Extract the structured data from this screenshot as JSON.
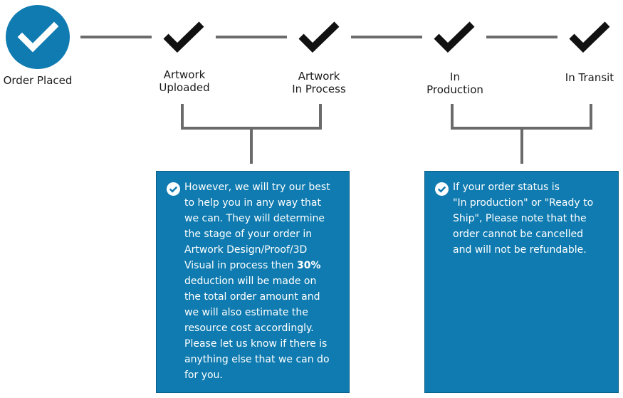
{
  "colors": {
    "accent_blue": "#0f7bb0",
    "connector_gray": "#6b6b6b",
    "check_black": "#111111",
    "text_white": "#ffffff"
  },
  "steps": [
    {
      "icon": "check-circle-icon",
      "label_lines": [
        "Order Placed"
      ],
      "state": "current"
    },
    {
      "icon": "check-icon",
      "label_lines": [
        "Artwork",
        "Uploaded"
      ],
      "state": "done"
    },
    {
      "icon": "check-icon",
      "label_lines": [
        "Artwork",
        "In Process"
      ],
      "state": "done"
    },
    {
      "icon": "check-icon",
      "label_lines": [
        "In",
        "Production"
      ],
      "state": "done"
    },
    {
      "icon": "check-icon",
      "label_lines": [
        "In Transit"
      ],
      "state": "done"
    }
  ],
  "boxes": [
    {
      "icon": "check-circle-icon",
      "lines": [
        "However, we will try our best",
        "to help you in any way that",
        "we can. They will determine",
        "the stage of your order in",
        "Artwork Design/Proof/3D",
        "Visual in process then ",
        "deduction will be made on",
        "the total order amount and",
        "we will also estimate the",
        "resource cost accordingly.",
        "Please let us know if there is",
        "anything else that we can do",
        "for you."
      ],
      "highlight": "30%"
    },
    {
      "icon": "check-circle-icon",
      "lines": [
        "If your order status is",
        "\"In production\" or \"Ready to",
        "Ship\", Please note that the",
        "order cannot be cancelled",
        "and will not be refundable."
      ]
    }
  ]
}
